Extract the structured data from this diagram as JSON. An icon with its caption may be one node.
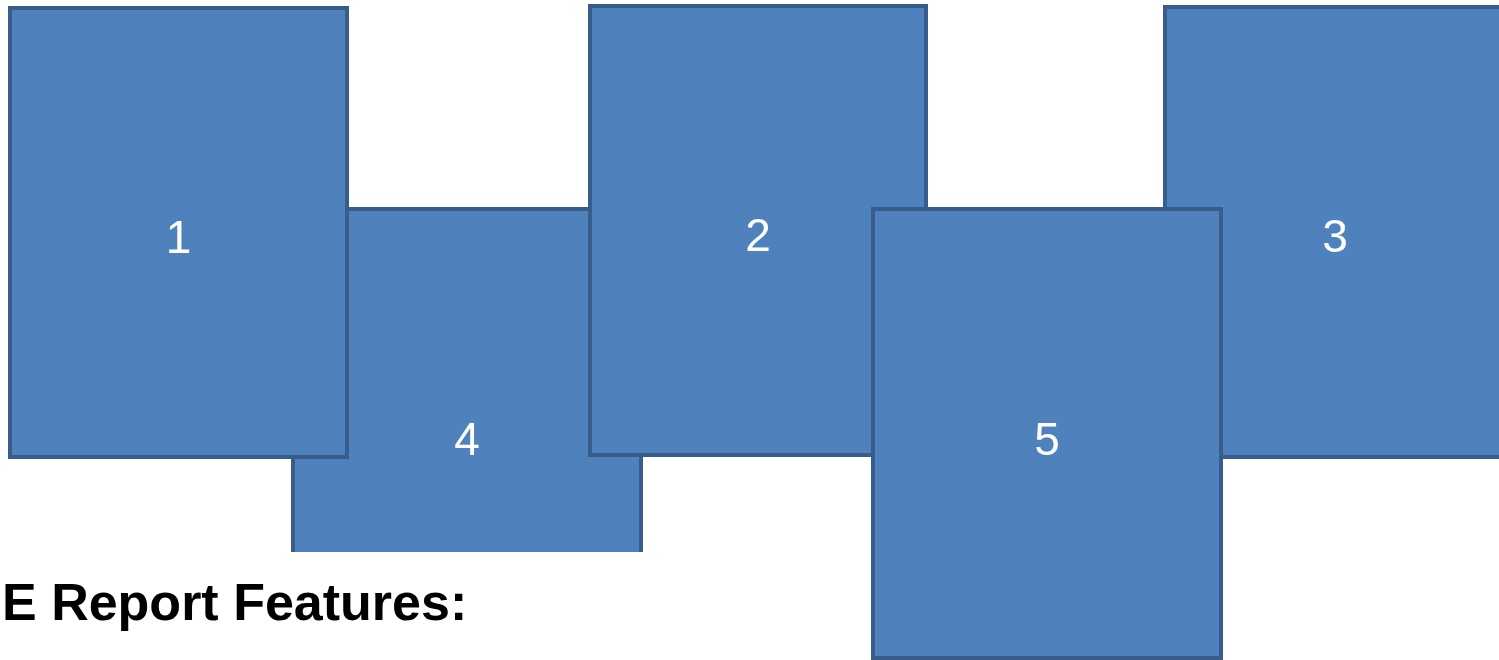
{
  "diagram": {
    "nodes": [
      {
        "text": [
          "1"
        ]
      },
      {
        "text": [
          "4"
        ]
      },
      {
        "text": [
          "2"
        ]
      },
      {
        "text": [
          "5"
        ]
      },
      {
        "text": [
          "3"
        ]
      }
    ],
    "labels": [
      "E Report Features:"
    ]
  }
}
